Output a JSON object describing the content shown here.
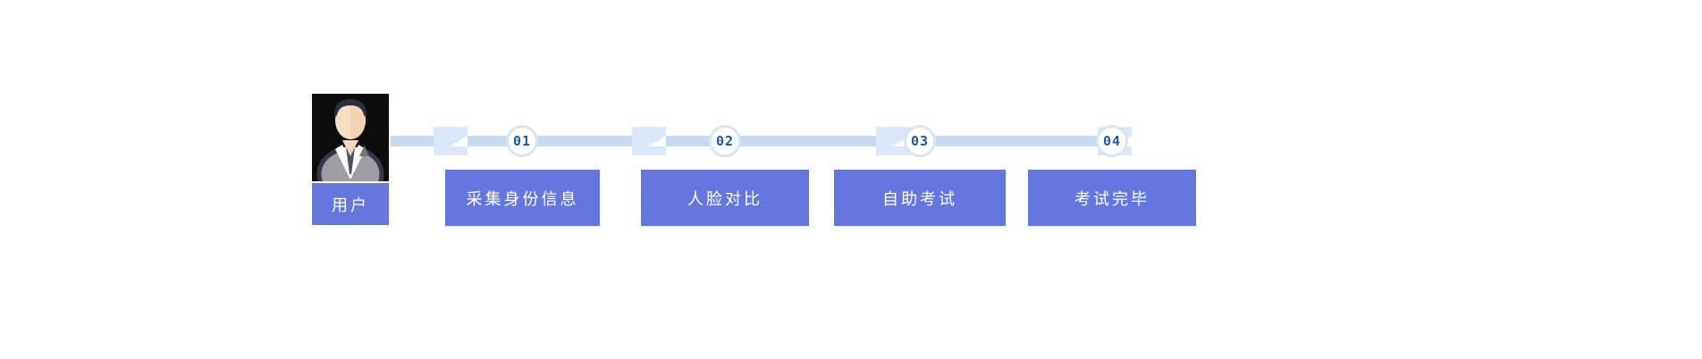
{
  "diagram_title": "exam-identity-verification-flow",
  "flow": {
    "user_label": "用户",
    "steps": [
      {
        "num": "01",
        "label": "采集身份信息"
      },
      {
        "num": "02",
        "label": "人脸对比"
      },
      {
        "num": "03",
        "label": "自助考试"
      },
      {
        "num": "04",
        "label": "考试完毕"
      }
    ]
  },
  "colors": {
    "step_box": "#6577df",
    "step_box_text": "#ffffff",
    "flow_line": "#c7daf0",
    "arrow_square": "#dbe8f7",
    "circle_ring": "#d8e5f6",
    "circle_fill": "#ffffff",
    "circle_number_text": "#1a57a8",
    "avatar_background": "#0d0d0d",
    "page_background": "#ffffff"
  },
  "icons": {
    "avatar": "user-person-avatar"
  }
}
